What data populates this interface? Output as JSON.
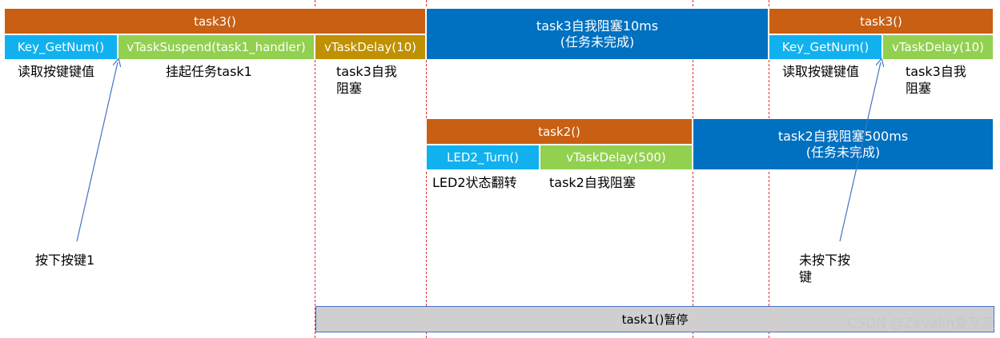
{
  "top_row": {
    "task3_a": "task3()",
    "key_getnum_a": "Key_GetNum()",
    "vtasksuspend": "vTaskSuspend(task1_handler)",
    "vtaskdelay_a": "vTaskDelay(10)",
    "task3_block": "task3自我阻塞10ms\n(任务未完成)",
    "task3_b": "task3()",
    "key_getnum_b": "Key_GetNum()",
    "vtaskdelay_b": "vTaskDelay(10)"
  },
  "middle_row": {
    "task2": "task2()",
    "led2_turn": "LED2_Turn()",
    "vtaskdelay_500": "vTaskDelay(500)",
    "task2_block": "task2自我阻塞500ms\n(任务未完成)"
  },
  "bottom_row": {
    "task1_paused": "task1()暂停"
  },
  "labels": {
    "read_key_a": "读取按键键值",
    "suspend_task1": "挂起任务task1",
    "task3_self_block_a": "task3自我\n阻塞",
    "read_key_b": "读取按键键值",
    "task3_self_block_b": "task3自我\n阻塞",
    "led2_toggle": "LED2状态翻转",
    "task2_self_block": "task2自我阻塞",
    "key_pressed": "按下按键1",
    "key_not_pressed": "未按下按\n键"
  },
  "watermark": "CSDN @Zevalin爱灰灰"
}
